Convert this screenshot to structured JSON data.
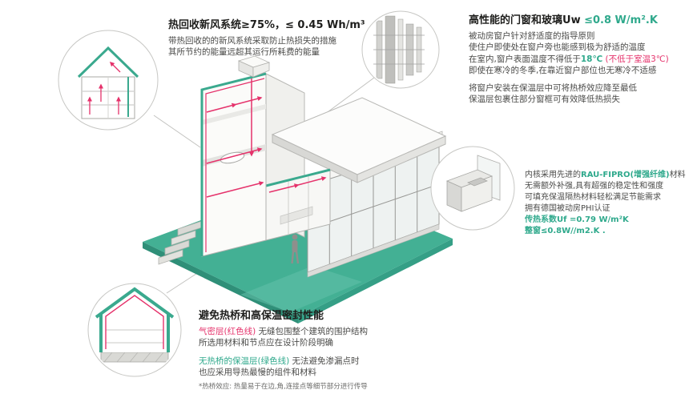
{
  "colors": {
    "teal": "#2fa98c",
    "red": "#e5326b",
    "dark": "#1e1e1c",
    "body": "#4b4b49"
  },
  "heat_recovery": {
    "title": "热回收新风系统≥75%，≤ 0.45 Wh/m³",
    "line1": "带热回收的的新风系统采取防止热损失的措施",
    "line2": "其所节约的能量远超其运行所耗费的能量"
  },
  "windows": {
    "title_main": "高性能的门窗和玻璃",
    "title_uw": "Uw ",
    "title_value": "≤0.8 W/m².K",
    "line1": "被动房窗户针对舒适度的指导原则",
    "line2": "使住户即使处在窗户旁也能感到极为舒适的温度",
    "line3a": "在室内,窗户表面温度不得低于",
    "line3b": "18℃",
    "line3c": " (不低于室温3℃)",
    "line4": "即使在寒冷的冬季,在靠近窗户部位也无寒冷不适感",
    "line5": "将窗户安装在保温层中可将热桥效应降至最低",
    "line6": "保温层包裹住部分窗框可有效降低热损失"
  },
  "profile": {
    "line1a": "内核采用先进的",
    "line1b": "RAU-FIPRO(增强纤维)",
    "line1c": "材料",
    "line2": "无需额外补强,具有超强的稳定性和强度",
    "line3": "可填充保温隔热材料轻松满足节能需求",
    "line4": "拥有德国被动房PHI认证",
    "line5": "传热系数Uf =0.79 W/m²K",
    "line6": "整窗≤0.8W//m2.K ."
  },
  "thermal": {
    "title": "避免热桥和高保温密封性能",
    "airtight_label": "气密层(红色线)",
    "airtight_text": " 无缝包围整个建筑的围护结构",
    "line2": "所选用材料和节点应在设计阶段明确",
    "insulation_label": "无热桥的保温层(绿色线)",
    "insulation_text": " 无法避免渗漏点时",
    "line4": "也应采用导热最慢的组件和材料",
    "note": "*热桥效应: 热量易于在边,角,连接点等细节部分进行传导"
  }
}
